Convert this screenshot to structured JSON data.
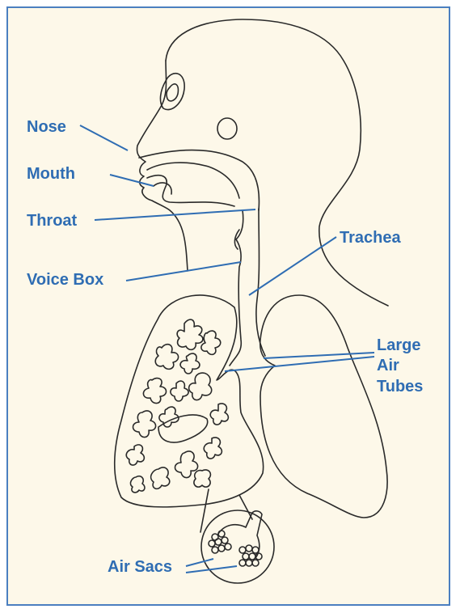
{
  "diagram": {
    "colors": {
      "background": "#fdf8e9",
      "border": "#4b7fc0",
      "label": "#2f6db3",
      "outline": "#2a2a2a"
    },
    "labels": {
      "nose": "Nose",
      "mouth": "Mouth",
      "throat": "Throat",
      "voice_box": "Voice Box",
      "trachea": "Trachea",
      "large_air_tubes": [
        "Large",
        "Air",
        "Tubes"
      ],
      "air_sacs": "Air Sacs"
    }
  }
}
